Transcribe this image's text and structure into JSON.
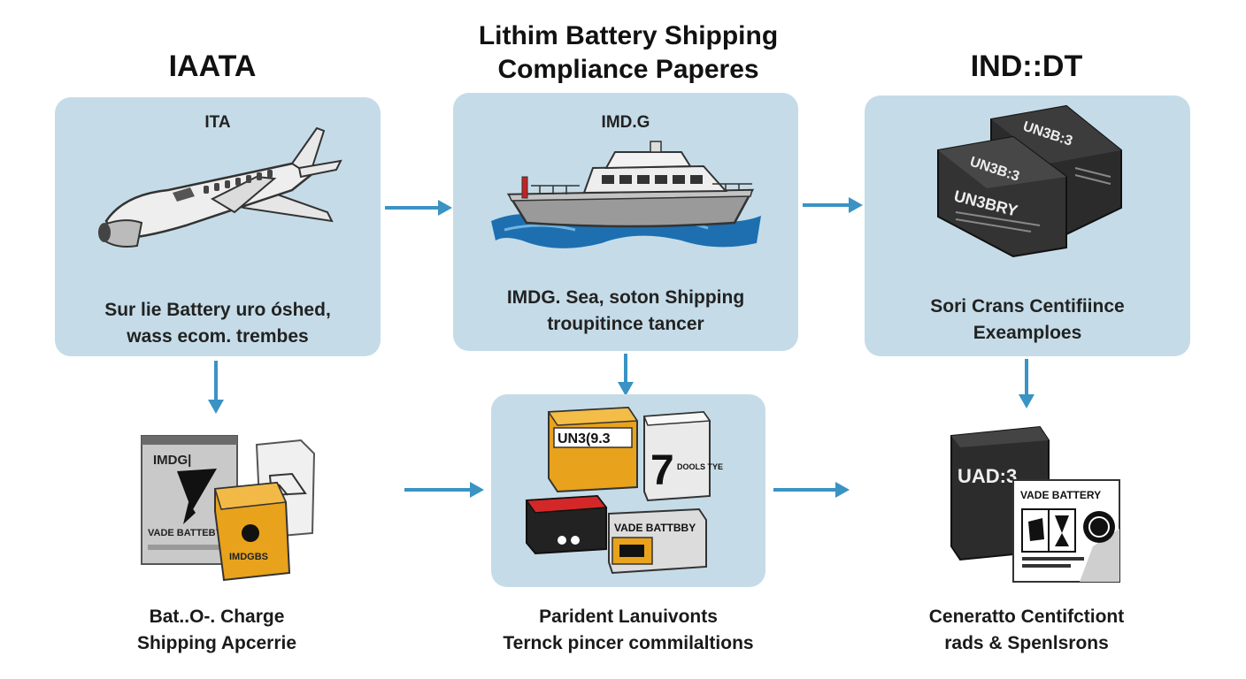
{
  "title_lines": [
    "Lithim Battery Shipping",
    "Compliance Paperes"
  ],
  "columns": [
    {
      "heading": "IAATA",
      "panel_label": "ITA",
      "panel_text": [
        "Sur lie Battery uro óshed,",
        "wass ecom. trembes"
      ],
      "bottom_caption": [
        "Bat..O-. Charge",
        "Shipping Apcerrie"
      ],
      "package_labels": [
        "IMDG|",
        "VADE BATTEBY",
        "IMDGBS"
      ],
      "icon": "airplane-icon"
    },
    {
      "heading": "",
      "panel_label": "IMD.G",
      "panel_text": [
        "IMDG. Sea, soton Shipping",
        "troupitince tancer"
      ],
      "bottom_caption": [
        "Parident Lanuivonts",
        "Ternck pincer commilaltions"
      ],
      "package_labels": [
        "UN3(9.3",
        "7",
        "DOOLS TYE",
        "VADE BATTBBY"
      ],
      "icon": "ship-icon"
    },
    {
      "heading": "IND::DT",
      "panel_label": "",
      "panel_text": [
        "Sori Crans Centifiince",
        "Exeamploes"
      ],
      "bottom_caption": [
        "Ceneratto Centifctiont",
        "rads & Spenlsrons"
      ],
      "package_labels": [
        "UN3B:3",
        "UN3B:3",
        "UN3BRY",
        "UAD:3",
        "VADE BATTERY"
      ],
      "icon": "battery-box-icon"
    }
  ],
  "colors": {
    "panel_bg": "#c5dce8",
    "arrow": "#3a93c4",
    "orange_box": "#e8a21c",
    "red_lid": "#d42727"
  }
}
